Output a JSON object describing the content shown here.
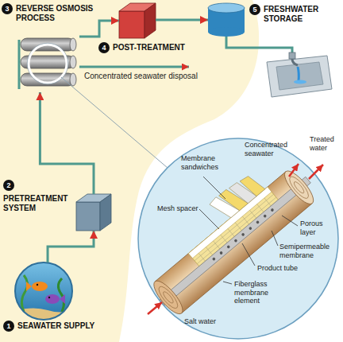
{
  "diagram": {
    "nodes": [
      {
        "text": [
          "1",
          "SEAWATER SUPPLY"
        ]
      },
      {
        "text": [
          "2",
          "PRETREATMENT SYSTEM"
        ]
      },
      {
        "text": [
          "3",
          "REVERSE OSMOSIS PROCESS"
        ]
      },
      {
        "text": [
          "4",
          "POST-TREATMENT"
        ]
      },
      {
        "text": [
          "5",
          "FRESHWATER STORAGE"
        ]
      }
    ],
    "edges": [
      {
        "from": 0,
        "to": 1,
        "arrow": "to"
      },
      {
        "from": 1,
        "to": 2,
        "arrow": "to"
      },
      {
        "from": 2,
        "to": 3,
        "arrow": "to"
      },
      {
        "from": 3,
        "to": 4,
        "arrow": "to"
      }
    ],
    "labels": [
      "Concentrated seawater disposal",
      "Membrane sandwiches",
      "Mesh spacer",
      "Concentrated seawater",
      "Treated water",
      "Porous layer",
      "Semipermeable membrane",
      "Product tube",
      "Fiberglass membrane element",
      "Salt water"
    ]
  }
}
